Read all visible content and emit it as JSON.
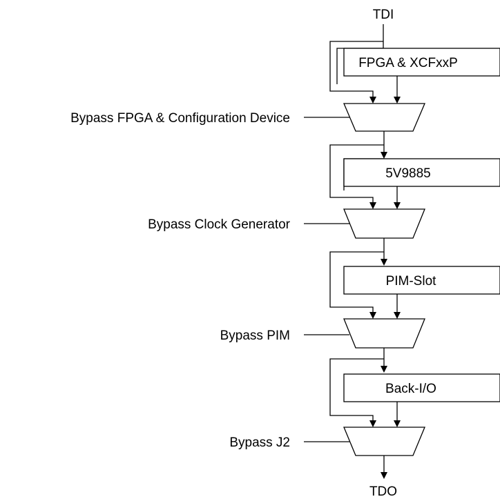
{
  "signals": {
    "input": "TDI",
    "output": "TDO"
  },
  "stages": [
    {
      "device": "FPGA & XCFxxP",
      "bypass_label": "Bypass FPGA & Configuration Device"
    },
    {
      "device": "5V9885",
      "bypass_label": "Bypass Clock Generator"
    },
    {
      "device": "PIM-Slot",
      "bypass_label": "Bypass PIM"
    },
    {
      "device": "Back-I/O",
      "bypass_label": "Bypass J2"
    }
  ]
}
